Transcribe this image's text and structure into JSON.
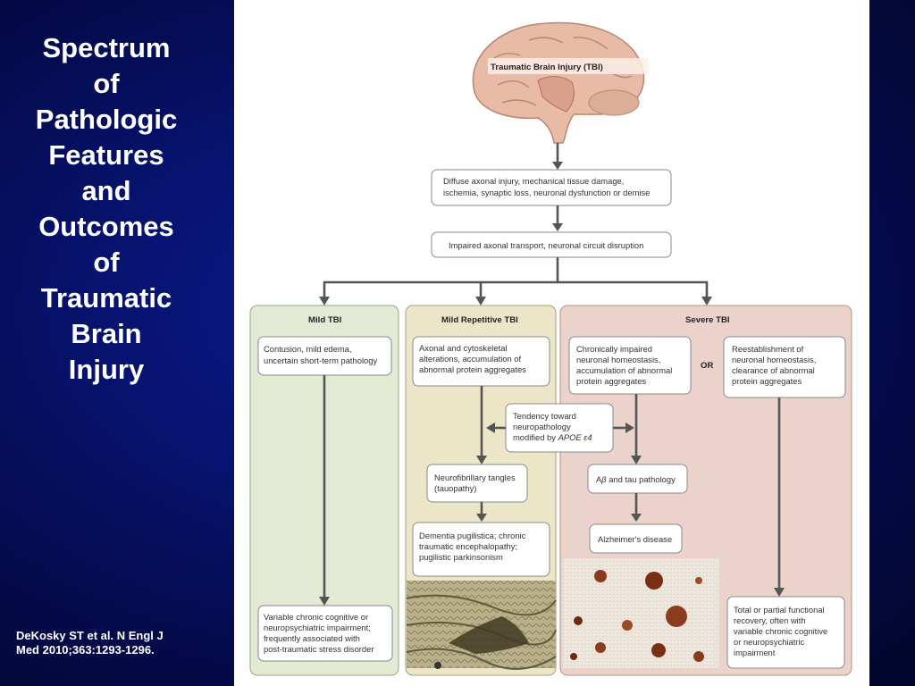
{
  "slide": {
    "title": "Spectrum\nof\nPathologic\nFeatures\nand\nOutcomes\nof\nTraumatic\nBrain\nInjury",
    "citation": "DeKosky ST et al. N Engl J\nMed 2010;363:1293-1296."
  },
  "diagram": {
    "root": "Traumatic Brain Injury (TBI)",
    "step1": [
      "Diffuse axonal injury, mechanical tissue damage,",
      "ischemia, synaptic loss, neuronal dysfunction or demise"
    ],
    "step2": "Impaired axonal transport, neuronal circuit disruption",
    "mild": {
      "header": "Mild TBI",
      "box1": [
        "Contusion, mild edema,",
        "uncertain short-term pathology"
      ],
      "outcome": [
        "Variable chronic cognitive or",
        "neuropsychiatric impairment;",
        "frequently associated with",
        "post-traumatic stress disorder"
      ]
    },
    "repetitive": {
      "header": "Mild Repetitive TBI",
      "box1": [
        "Axonal and cytoskeletal",
        "alterations, accumulation of",
        "abnormal protein aggregates"
      ],
      "box2": [
        "Neurofibrillary tangles",
        "(tauopathy)"
      ],
      "box3": [
        "Dementia pugilistica; chronic",
        "traumatic encephalopathy;",
        "pugilistic parkinsonism"
      ]
    },
    "apoe": [
      "Tendency toward",
      "neuropathology",
      "modified by",
      "APOE",
      "ε4"
    ],
    "severe": {
      "header": "Severe TBI",
      "left1": [
        "Chronically impaired",
        "neuronal homeostasis,",
        "accumulation of abnormal",
        "protein aggregates"
      ],
      "or": "OR",
      "right1": [
        "Reestablishment of",
        "neuronal homeostasis,",
        "clearance of abnormal",
        "protein aggregates"
      ],
      "left2": [
        "A",
        "β",
        " and tau pathology"
      ],
      "left3": "Alzheimer's disease",
      "right2": [
        "Total or partial functional",
        "recovery, often with",
        "variable chronic cognitive",
        "or neuropsychiatric",
        "impairment"
      ]
    },
    "colors": {
      "mild_panel": "#e3ead3",
      "repetitive_panel": "#ece6c9",
      "severe_panel": "#ebd2cb",
      "arrow": "#555555"
    }
  }
}
